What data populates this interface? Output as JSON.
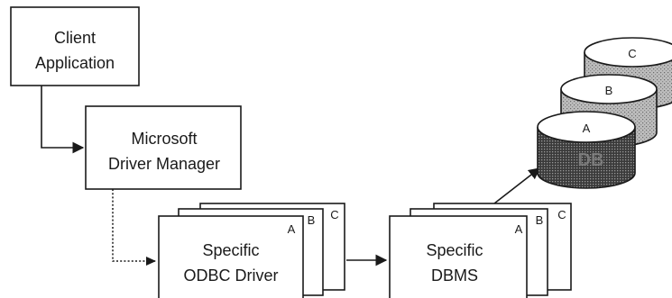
{
  "nodes": {
    "client": {
      "line1": "Client",
      "line2": "Application"
    },
    "manager": {
      "line1": "Microsoft",
      "line2": "Driver Manager"
    },
    "driver": {
      "line1": "Specific",
      "line2": "ODBC Driver",
      "tags": [
        "A",
        "B",
        "C"
      ]
    },
    "dbms": {
      "line1": "Specific",
      "line2": "DBMS",
      "tags": [
        "A",
        "B",
        "C"
      ]
    },
    "databases": {
      "tags": [
        "C",
        "B",
        "A"
      ],
      "front_text": "DB"
    }
  }
}
